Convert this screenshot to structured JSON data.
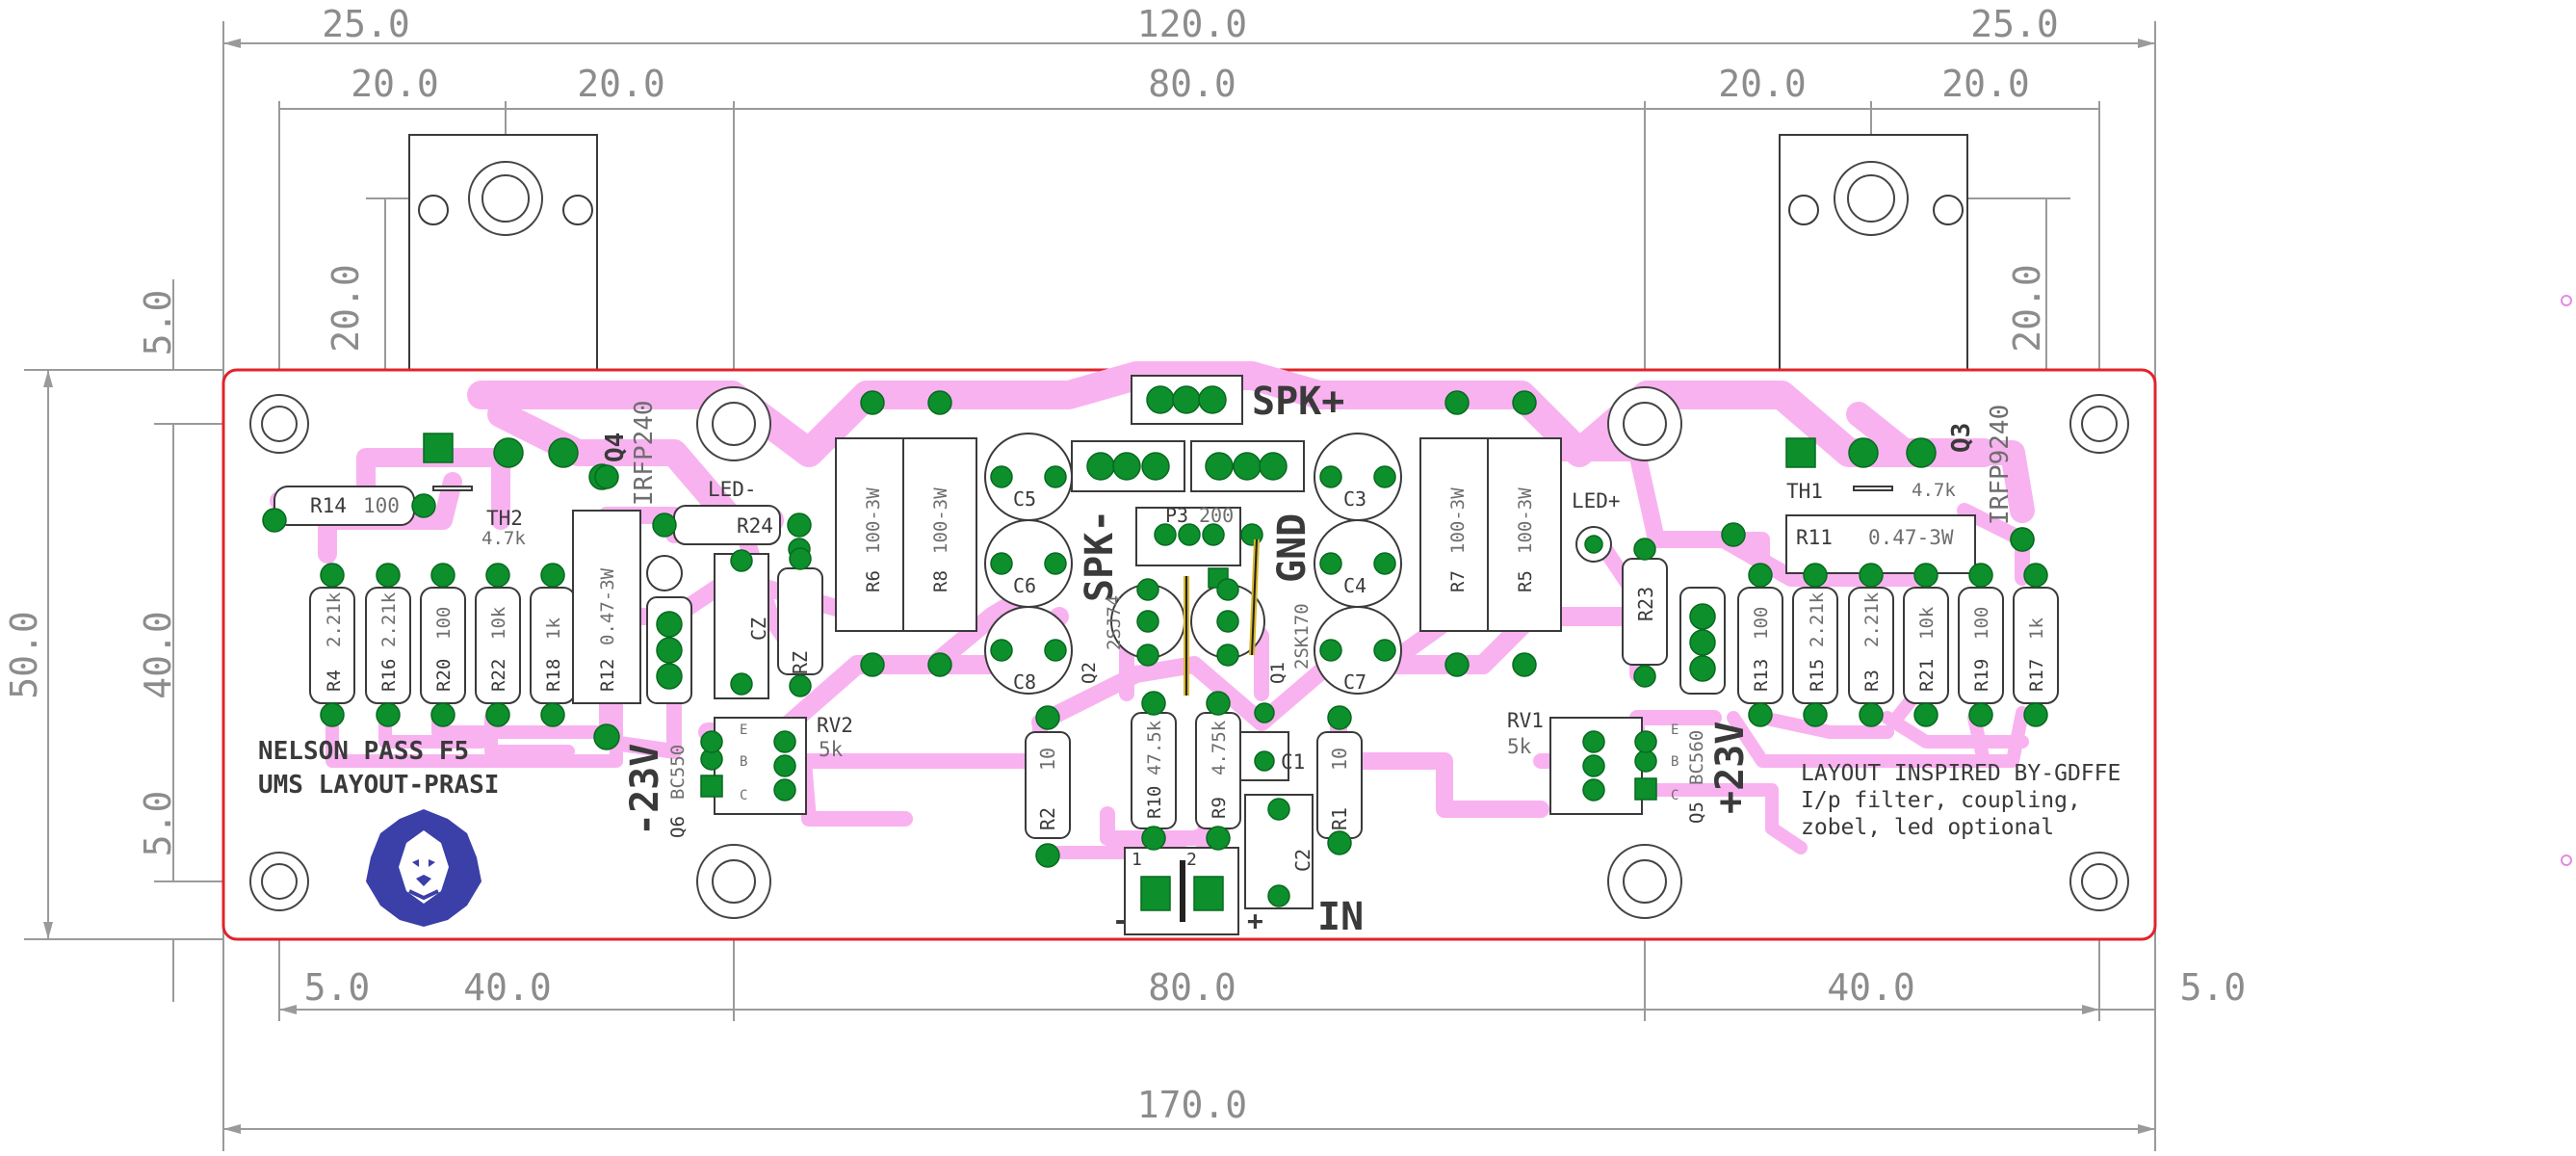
{
  "board": {
    "edge_color": "#e0242a",
    "trace_color": "#f9b2f0",
    "pad_color": "#0d8f2c",
    "title_lines": [
      "NELSON PASS F5",
      "UMS LAYOUT-PRASI"
    ],
    "credit_lines": [
      "LAYOUT INSPIRED BY-GDFFE",
      "I/p filter, coupling,",
      "zobel, led optional"
    ],
    "logo": "lion-head-icon"
  },
  "dimensions": {
    "top_row": [
      "25.0",
      "120.0",
      "25.0"
    ],
    "second_row": [
      "20.0",
      "20.0",
      "80.0",
      "20.0",
      "20.0"
    ],
    "vertical_left": [
      "5.0",
      "20.0",
      "50.0",
      "40.0",
      "5.0"
    ],
    "vertical_right": [
      "20.0"
    ],
    "bottom_row": [
      "5.0",
      "40.0",
      "80.0",
      "40.0",
      "5.0"
    ],
    "overall": "170.0"
  },
  "labels": {
    "spk_plus": "SPK+",
    "spk_minus": "SPK-",
    "gnd": "GND",
    "input": "IN",
    "neg_rail": "-23V",
    "pos_rail": "+23V",
    "minus": "-",
    "plus": "+",
    "led_minus": "LED-",
    "led_plus": "LED+",
    "pin1": "1",
    "pin2": "2"
  },
  "transistors": {
    "q4": {
      "ref": "Q4",
      "part": "IRFP240"
    },
    "q3": {
      "ref": "Q3",
      "part": "IRFP9240"
    },
    "q2": {
      "ref": "Q2",
      "part": "2SJ74"
    },
    "q1": {
      "ref": "Q1",
      "part": "2SK170"
    },
    "q6": {
      "ref": "Q6",
      "part": "BC550"
    },
    "q5": {
      "ref": "Q5",
      "part": "BC560"
    },
    "pins": [
      "C",
      "B",
      "E"
    ]
  },
  "thermistors": {
    "th2": {
      "ref": "TH2",
      "value": "4.7k"
    },
    "th1": {
      "ref": "TH1",
      "value": "4.7k"
    }
  },
  "trimmers": {
    "rv2": {
      "ref": "RV2",
      "value": "5k"
    },
    "rv1": {
      "ref": "RV1",
      "value": "5k"
    },
    "p3": {
      "ref": "P3",
      "value": "200"
    }
  },
  "resistors": {
    "r14": {
      "ref": "R14",
      "value": "100"
    },
    "r4": {
      "ref": "R4",
      "value": "2.21k"
    },
    "r16": {
      "ref": "R16",
      "value": "2.21k"
    },
    "r20": {
      "ref": "R20",
      "value": "100"
    },
    "r22": {
      "ref": "R22",
      "value": "10k"
    },
    "r18": {
      "ref": "R18",
      "value": "1k"
    },
    "r12": {
      "ref": "R12",
      "value": "0.47-3W"
    },
    "r24": {
      "ref": "R24",
      "value": ""
    },
    "rz_left": {
      "ref": "RZ",
      "value": ""
    },
    "r6": {
      "ref": "R6",
      "value": "100-3W"
    },
    "r8": {
      "ref": "R8",
      "value": "100-3W"
    },
    "r7": {
      "ref": "R7",
      "value": "100-3W"
    },
    "r5": {
      "ref": "R5",
      "value": "100-3W"
    },
    "r2": {
      "ref": "R2",
      "value": "10"
    },
    "r1": {
      "ref": "R1",
      "value": "10"
    },
    "r10": {
      "ref": "R10",
      "value": "47.5k"
    },
    "r9": {
      "ref": "R9",
      "value": "4.75k"
    },
    "r23": {
      "ref": "R23",
      "value": ""
    },
    "r11": {
      "ref": "R11",
      "value": "0.47-3W"
    },
    "r13": {
      "ref": "R13",
      "value": "100"
    },
    "r15": {
      "ref": "R15",
      "value": "2.21k"
    },
    "r3": {
      "ref": "R3",
      "value": "2.21k"
    },
    "r21": {
      "ref": "R21",
      "value": "10k"
    },
    "r19": {
      "ref": "R19",
      "value": "100"
    },
    "r17": {
      "ref": "R17",
      "value": "1k"
    }
  },
  "capacitors": [
    "C5",
    "C6",
    "C8",
    "C3",
    "C4",
    "C7",
    "C1",
    "C2",
    "CZ"
  ]
}
